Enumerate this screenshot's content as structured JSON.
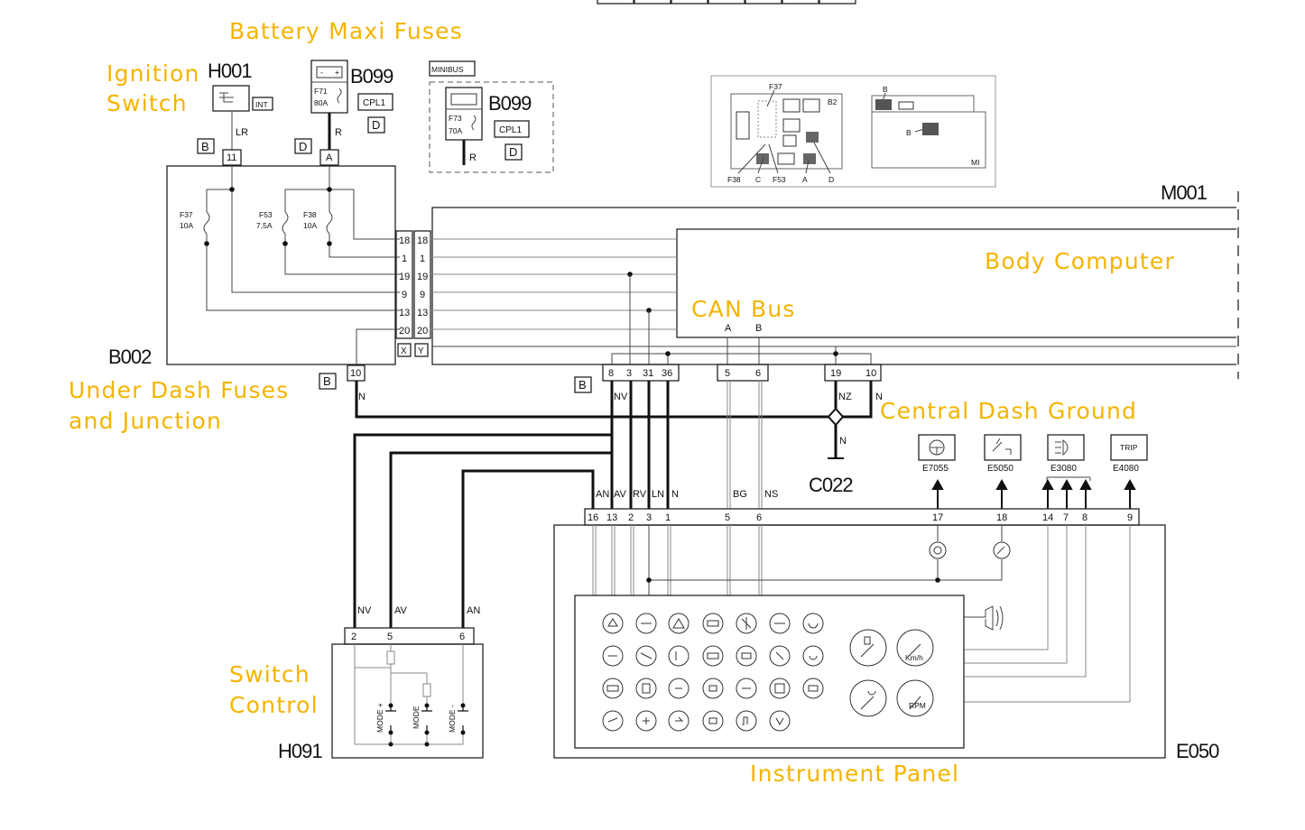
{
  "annotations": {
    "battery_maxi_fuses": "Battery Maxi Fuses",
    "ignition_switch_line1": "Ignition",
    "ignition_switch_line2": "Switch",
    "body_computer": "Body Computer",
    "can_bus": "CAN Bus",
    "under_dash_line1": "Under Dash Fuses",
    "under_dash_line2": "and Junction",
    "central_dash_ground": "Central Dash Ground",
    "switch_control_line1": "Switch",
    "switch_control_line2": "Control",
    "instrument_panel": "Instrument Panel"
  },
  "component_codes": {
    "ignition": "H001",
    "battery": "B099",
    "battery_minibus": "B099",
    "under_dash": "B002",
    "body_computer": "M001",
    "ground": "C022",
    "switch_control": "H091",
    "instrument_panel": "E050"
  },
  "tags": {
    "int": "INT",
    "cpl1": "CPL1",
    "cpl1_minibus": "CPL1",
    "minibus": "MINIBUS",
    "d_battery": "D",
    "d_minibus": "D",
    "b_ignition": "B",
    "d_b002": "D",
    "b_b002_bottom": "B",
    "b_m001": "B",
    "x": "X",
    "y": "Y"
  },
  "fuses": {
    "f71_name": "F71",
    "f71_rating": "80A",
    "f73_name": "F73",
    "f73_rating": "70A",
    "f37_name": "F37",
    "f37_rating": "10A",
    "f53_name": "F53",
    "f53_rating": "7,5A",
    "f38_name": "F38",
    "f38_rating": "10A"
  },
  "wire_labels": {
    "ignition_out": "LR",
    "battery_out": "R",
    "minibus_out": "R",
    "b002_10": "N",
    "m001_8": "NV",
    "m001_10": "N",
    "m001_19": "NZ",
    "ground": "N",
    "e050_16": "AN",
    "e050_13": "AV",
    "e050_2": "RV",
    "e050_3": "LN",
    "e050_1": "N",
    "e050_5": "BG",
    "e050_6": "NS",
    "h091_2": "NV",
    "h091_5": "AV",
    "h091_6": "AN"
  },
  "pins": {
    "h001": "11",
    "b099": "A",
    "b002_10": "10",
    "b002_left": [
      "18",
      "1",
      "19",
      "9",
      "13",
      "20"
    ],
    "b002_right": [
      "18",
      "1",
      "19",
      "9",
      "13",
      "20"
    ],
    "m001_bottom": [
      "8",
      "3",
      "31",
      "36",
      "5",
      "6",
      "19",
      "10"
    ],
    "can": [
      "A",
      "B"
    ],
    "e050_top": [
      "16",
      "13",
      "2",
      "3",
      "1",
      "5",
      "6",
      "17",
      "18",
      "14",
      "7",
      "8",
      "9"
    ],
    "h091": [
      "2",
      "5",
      "6"
    ]
  },
  "inset": {
    "f37": "F37",
    "b2": "B2",
    "bottom": [
      "F38",
      "C",
      "F53",
      "A",
      "D"
    ],
    "b_top": "B",
    "b_mid": "B",
    "mi": "MI"
  },
  "indicators": [
    {
      "code": "E7055",
      "icon": "steering-wheel-icon"
    },
    {
      "code": "E5050",
      "icon": "wiper-fluid-icon"
    },
    {
      "code": "E3080",
      "icon": "headlight-icon",
      "label": ""
    },
    {
      "code": "E4080",
      "icon": "trip-button-icon",
      "label": "TRIP"
    }
  ],
  "switches": [
    "MODE +",
    "MODE",
    "MODE -"
  ],
  "gauges": {
    "speedo_unit": "Km/h",
    "tacho_unit": "RPM"
  },
  "colors": {
    "annotation": "#F4B400",
    "wire": "#111111",
    "thin_wire": "#8a8a8a"
  }
}
